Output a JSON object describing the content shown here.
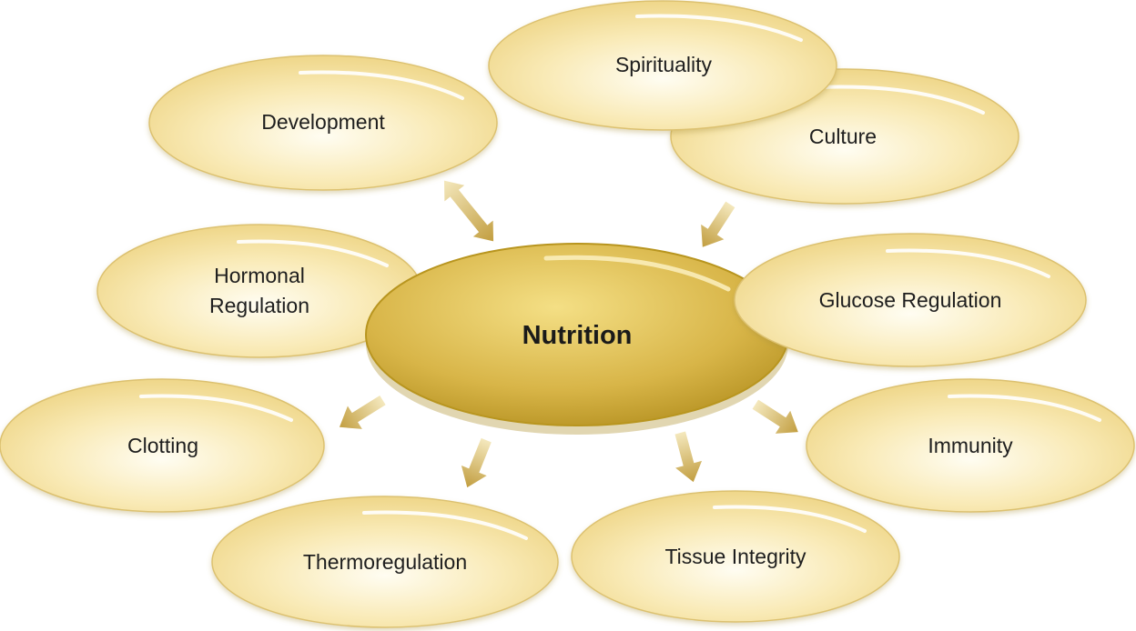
{
  "center": {
    "label": "Nutrition"
  },
  "nodes": {
    "spirituality": {
      "lines": [
        "Spirituality"
      ]
    },
    "culture": {
      "lines": [
        "Culture"
      ]
    },
    "development": {
      "lines": [
        "Development"
      ]
    },
    "hormonal_regulation": {
      "lines": [
        "Hormonal",
        "Regulation"
      ]
    },
    "glucose_regulation": {
      "lines": [
        "Glucose Regulation"
      ]
    },
    "clotting": {
      "lines": [
        "Clotting"
      ]
    },
    "immunity": {
      "lines": [
        "Immunity"
      ]
    },
    "thermoregulation": {
      "lines": [
        "Thermoregulation"
      ]
    },
    "tissue_integrity": {
      "lines": [
        "Tissue Integrity"
      ]
    }
  },
  "colors": {
    "node_fill_light": "#fffbe6",
    "node_fill_dark": "#efd98a",
    "node_edge": "#d9bf68",
    "center_fill_light": "#f3dc7c",
    "center_fill_dark": "#b99420",
    "arrow_light": "#f2e4b0",
    "arrow_dark": "#c7a448"
  }
}
